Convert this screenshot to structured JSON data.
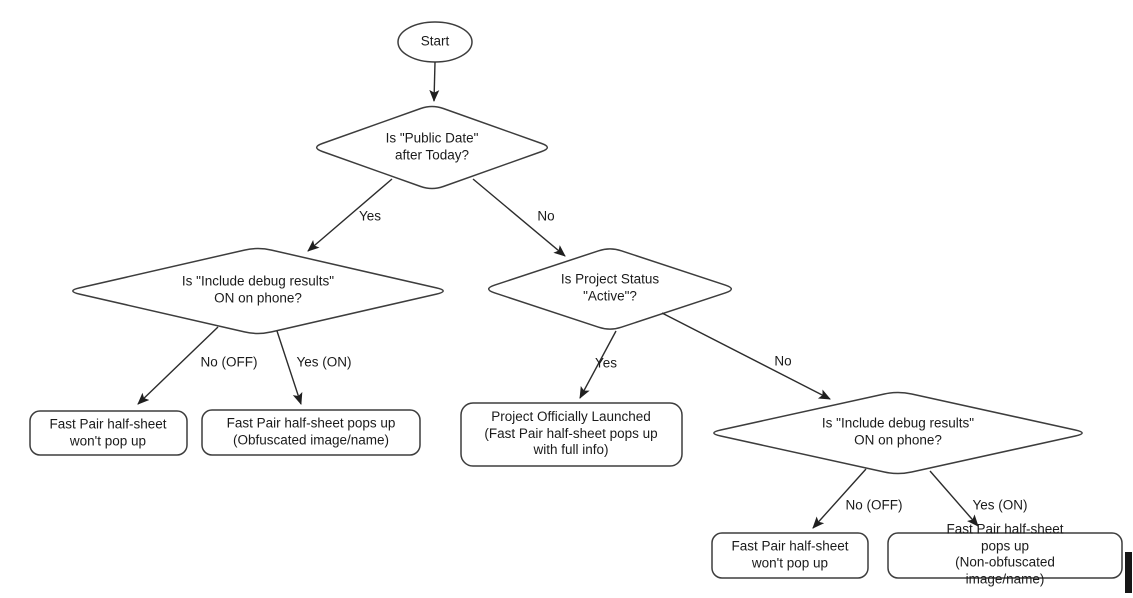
{
  "colors": {
    "background": "#ffffff",
    "shape_fill": "#ffffff",
    "shape_stroke": "#3d3d3d",
    "arrow": "#2c2c2c",
    "text": "#1b1b1b"
  },
  "nodes": {
    "start": {
      "label": "Start"
    },
    "decision_public_date": {
      "label": "Is \"Public Date\"\nafter Today?"
    },
    "decision_debug_left": {
      "label": "Is \"Include debug results\"\nON on phone?"
    },
    "decision_project_status": {
      "label": "Is Project Status\n\"Active\"?"
    },
    "decision_debug_right": {
      "label": "Is \"Include debug results\"\nON on phone?"
    },
    "outcome_no_popup_left": {
      "label": "Fast Pair half-sheet\nwon't pop up"
    },
    "outcome_obfuscated": {
      "label": "Fast Pair half-sheet pops up\n(Obfuscated image/name)"
    },
    "outcome_launched": {
      "label": "Project Officially Launched\n(Fast Pair half-sheet pops up\nwith full info)"
    },
    "outcome_no_popup_right": {
      "label": "Fast Pair half-sheet\nwon't pop up"
    },
    "outcome_non_obfuscated": {
      "label": "Fast Pair half-sheet pops up\n(Non-obfuscated image/name)"
    }
  },
  "edges": {
    "public_date_yes": "Yes",
    "public_date_no": "No",
    "debug_left_no": "No (OFF)",
    "debug_left_yes": "Yes (ON)",
    "project_status_yes": "Yes",
    "project_status_no": "No",
    "debug_right_no": "No (OFF)",
    "debug_right_yes": "Yes (ON)"
  }
}
